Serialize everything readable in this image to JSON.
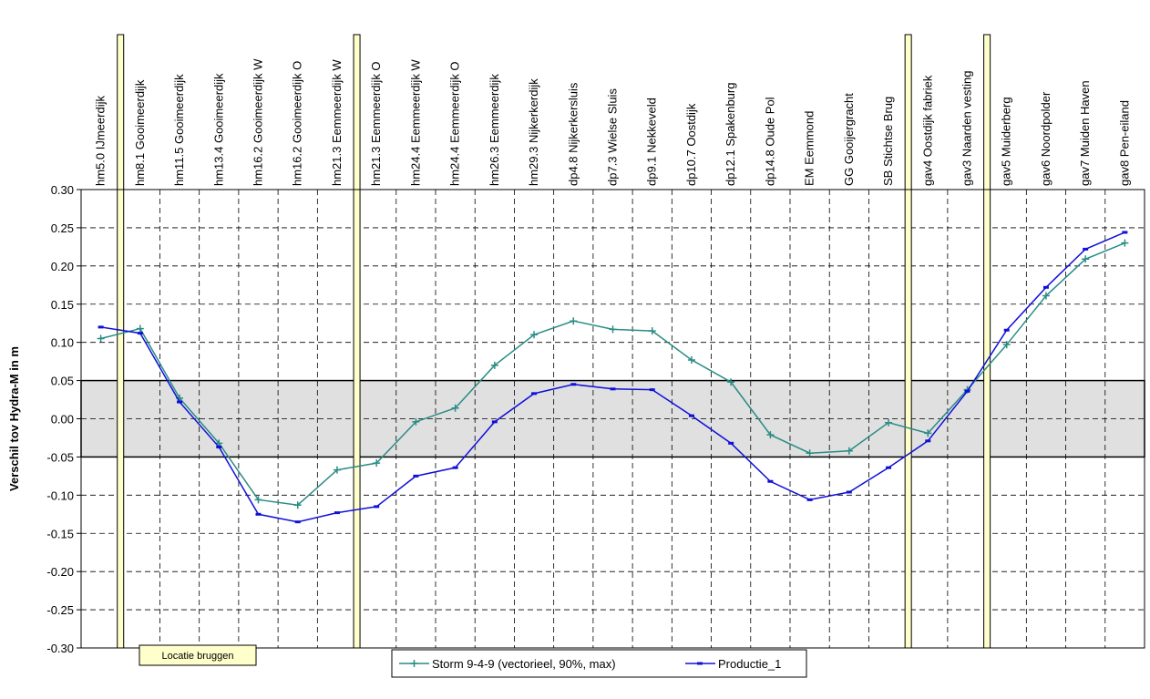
{
  "chart_data": {
    "type": "line",
    "ylabel": "Verschil tov Hydra-M in m",
    "ylim": [
      -0.3,
      0.3
    ],
    "ytick_step": 0.05,
    "yticks": [
      "0.30",
      "0.25",
      "0.20",
      "0.15",
      "0.10",
      "0.05",
      "0.00",
      "-0.05",
      "-0.10",
      "-0.15",
      "-0.20",
      "-0.25",
      "-0.30"
    ],
    "categories": [
      "hm5.0 IJmeerdijk",
      "hm8.1 Gooimeerdijk",
      "hm11.5 Gooimeerdijk",
      "hm13.4 Gooimeerdijk",
      "hm16.2 Gooimeerdijk W",
      "hm16.2 Gooimeerdijk O",
      "hm21.3 Eemmeerdijk W",
      "hm21.3 Eemmeerdijk O",
      "hm24.4 Eemmeerdijk W",
      "hm24.4 Eemmeerdijk O",
      "hm26.3 Eemmeerdijk",
      "hm29.3 Nijkerkerdijk",
      "dp4.8 Nijkerkersluis",
      "dp7.3 Wielse Sluis",
      "dp9.1 Nekkeveld",
      "dp10.7 Oostdijk",
      "dp12.1 Spakenburg",
      "dp14.8 Oude Pol",
      "EM Eemmond",
      "GG Gooijergracht",
      "SB Stichtse Brug",
      "gav4 Oostdijk fabriek",
      "gav3 Naarden vesting",
      "gav5 Muiderberg",
      "gav6 Noordpolder",
      "gav7 Muiden Haven",
      "gav8 Pen-eiland"
    ],
    "series": [
      {
        "name": "Storm 9-4-9 (vectorieel, 90%, max)",
        "color": "#2a8c84",
        "marker": "plus",
        "values": [
          0.105,
          0.118,
          0.027,
          -0.032,
          -0.106,
          -0.113,
          -0.067,
          -0.058,
          -0.004,
          0.014,
          0.07,
          0.11,
          0.128,
          0.117,
          0.115,
          0.077,
          0.048,
          -0.021,
          -0.045,
          -0.042,
          -0.005,
          -0.019,
          0.038,
          0.097,
          0.161,
          0.209,
          0.23
        ]
      },
      {
        "name": "Productie_1",
        "color": "#1010d8",
        "marker": "dash",
        "values": [
          0.12,
          0.112,
          0.022,
          -0.037,
          -0.125,
          -0.135,
          -0.123,
          -0.115,
          -0.075,
          -0.064,
          -0.004,
          0.033,
          0.045,
          0.039,
          0.038,
          0.004,
          -0.032,
          -0.082,
          -0.106,
          -0.096,
          -0.064,
          -0.029,
          0.036,
          0.116,
          0.172,
          0.222,
          0.244
        ]
      }
    ],
    "band": {
      "from": -0.05,
      "to": 0.05,
      "color": "#e0e0e0"
    },
    "bridges": {
      "label": "Locatie bruggen",
      "color": "#ffffcc",
      "after_category_index": [
        0,
        6,
        20,
        22
      ]
    },
    "grid": true,
    "legend_position": "bottom"
  }
}
